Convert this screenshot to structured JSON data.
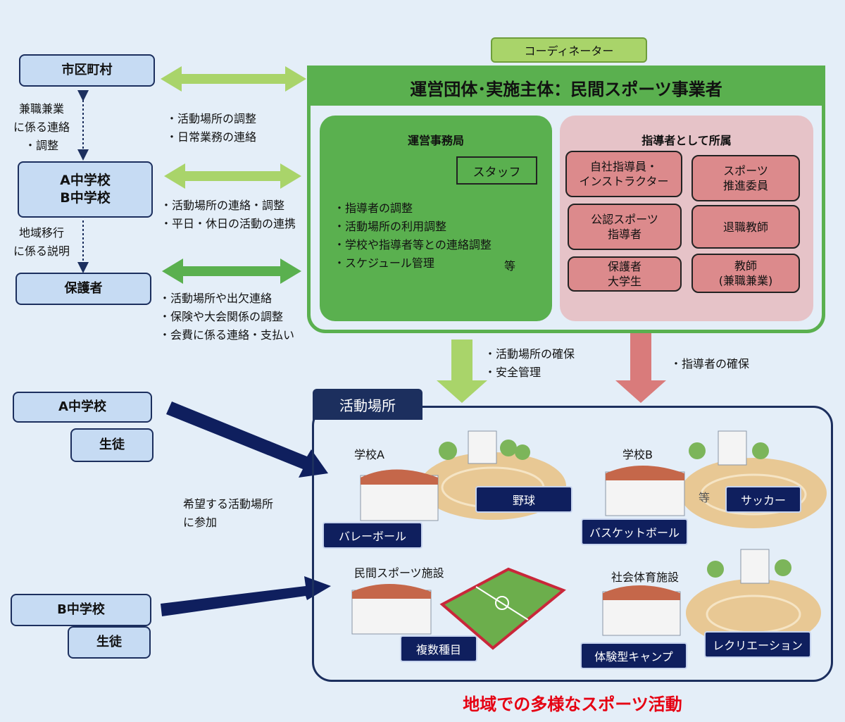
{
  "left": {
    "municipality": "市区町村",
    "schools_ab": "A中学校\nB中学校",
    "guardians": "保護者",
    "side_note_1": "兼職兼業\nに係る連絡\n・調整",
    "side_note_2": "地域移行\nに係る説明",
    "arrow_note_1": "・活動場所の調整\n・日常業務の連絡",
    "arrow_note_2": "・活動場所の連絡・調整\n・平日・休日の活動の連携",
    "arrow_note_3": "・活動場所や出欠連絡\n・保険や大会関係の調整\n・会費に係る連絡・支払い",
    "school_a": "A中学校",
    "student_a": "生徒",
    "school_b": "B中学校",
    "student_b": "生徒",
    "join_note": "希望する活動場所\nに参加"
  },
  "org": {
    "coordinator": "コーディネーター",
    "title": "運営団体･実施主体：民間スポーツ事業者",
    "office": {
      "title": "運営事務局",
      "staff": "スタッフ",
      "tasks": "・指導者の調整\n・活動場所の利用調整\n・学校や指導者等との連絡調整\n・スケジュール管理",
      "etc": "等"
    },
    "instructors": {
      "title": "指導者として所属",
      "items": [
        "自社指導員・\nインストラクター",
        "スポーツ\n推進委員",
        "公認スポーツ\n指導者",
        "退職教師",
        "保護者\n大学生",
        "教師\n(兼職兼業)"
      ]
    }
  },
  "flow": {
    "green_note": "・活動場所の確保\n・安全管理",
    "red_note": "・指導者の確保"
  },
  "venues": {
    "title": "活動場所",
    "school_a": {
      "name": "学校A",
      "sport1": "野球",
      "sport2": "バレーボール"
    },
    "school_b": {
      "name": "学校B",
      "etc": "等",
      "sport1": "サッカー",
      "sport2": "バスケットボール"
    },
    "private": {
      "name": "民間スポーツ施設",
      "sport1": "複数種目"
    },
    "public": {
      "name": "社会体育施設",
      "sport1": "体験型キャンプ",
      "sport2": "レクリエーション"
    }
  },
  "footer": "地域での多様なスポーツ活動",
  "colors": {
    "green_dark": "#5ab04f",
    "green_light": "#a9d46a",
    "pink": "#e6c3c8",
    "red_arrow": "#d97b7b",
    "navy": "#0f1f5e",
    "footer_red": "#e60012"
  }
}
